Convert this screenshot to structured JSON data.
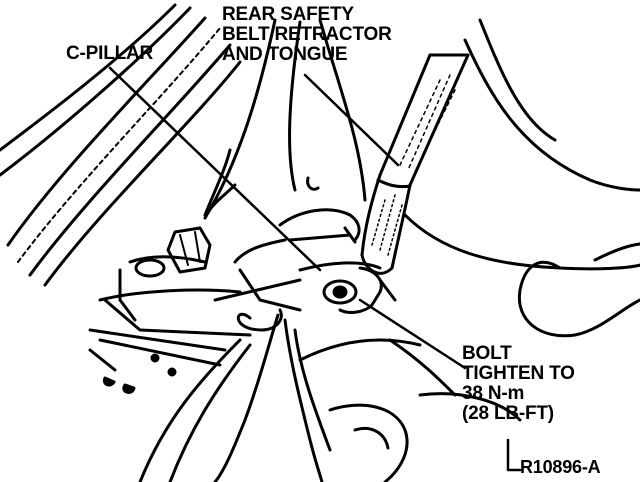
{
  "diagram": {
    "labels": {
      "retractor": [
        "REAR SAFETY",
        "BELT RETRACTOR",
        "AND TONGUE"
      ],
      "c_pillar": "C-PILLAR",
      "bolt": [
        "BOLT",
        "TIGHTEN TO",
        "38 N-m",
        "(28 LB-FT)"
      ],
      "reference": "R10896-A"
    },
    "colors": {
      "ink": "#000000",
      "paper": "#ffffff"
    }
  }
}
